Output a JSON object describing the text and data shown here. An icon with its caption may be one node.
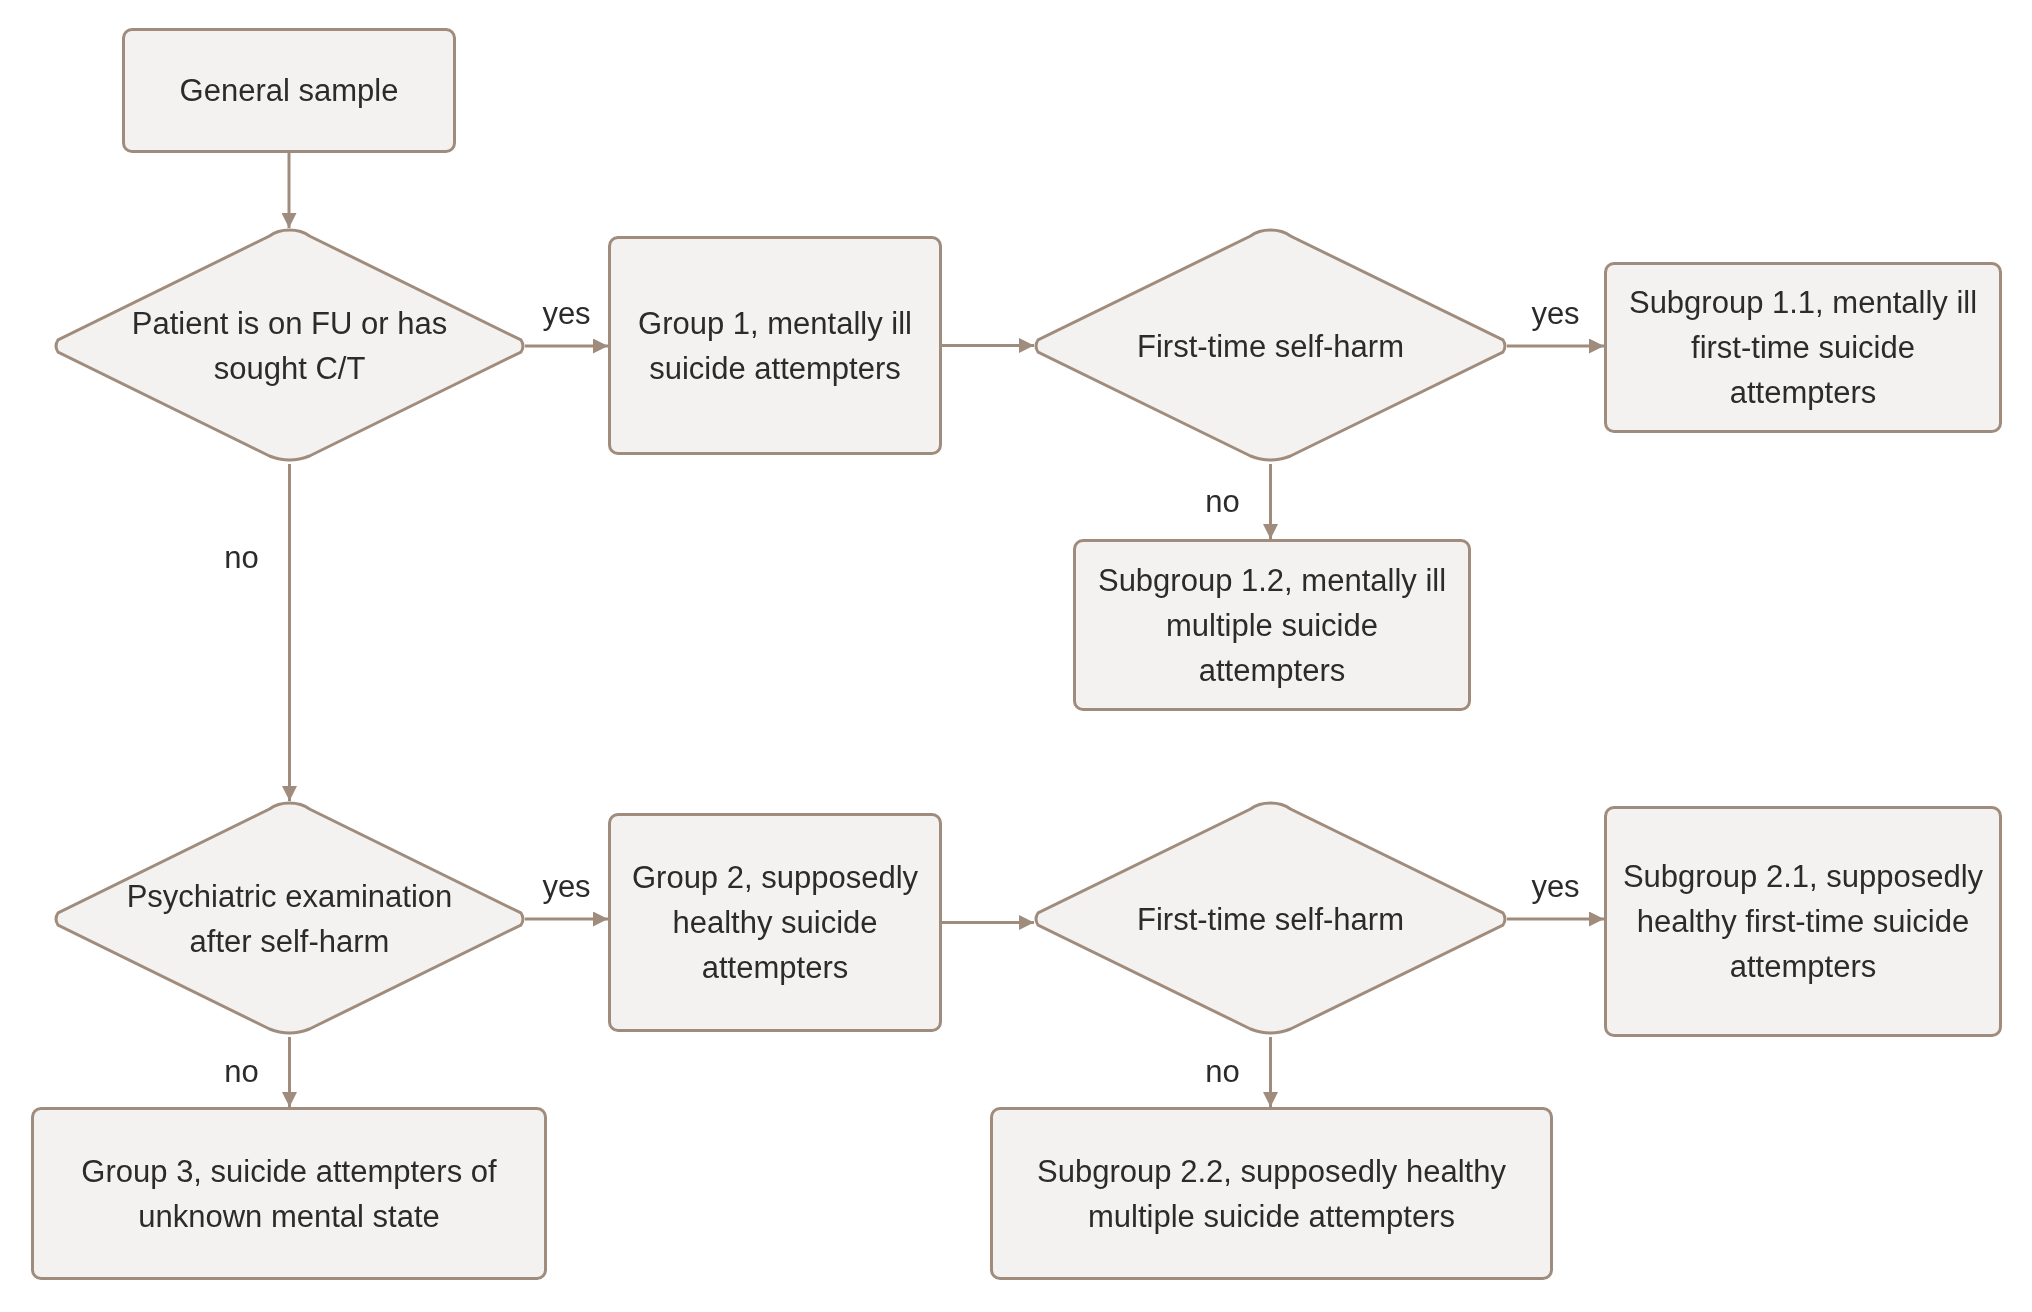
{
  "diagram": {
    "nodes": [
      {
        "text": [
          "General sample"
        ]
      },
      {
        "text": [
          "Patient is on FU or has sought C/T"
        ]
      },
      {
        "text": [
          "Group 1, mentally ill suicide attempters"
        ]
      },
      {
        "text": [
          "First-time self-harm"
        ]
      },
      {
        "text": [
          "Subgroup 1.1, mentally ill first-time suicide attempters"
        ]
      },
      {
        "text": [
          "Subgroup 1.2, mentally ill multiple suicide attempters"
        ]
      },
      {
        "text": [
          "Psychiatric examination after self-harm"
        ]
      },
      {
        "text": [
          "Group 2, supposedly healthy suicide attempters"
        ]
      },
      {
        "text": [
          "First-time self-harm"
        ]
      },
      {
        "text": [
          "Subgroup 2.1, supposedly healthy first-time suicide attempters"
        ]
      },
      {
        "text": [
          "Group 3, suicide attempters of unknown mental state"
        ]
      },
      {
        "text": [
          "Subgroup 2.2, supposedly healthy multiple suicide attempters"
        ]
      }
    ],
    "edges": [
      {
        "from": 0,
        "to": 1,
        "arrow": "to"
      },
      {
        "from": 1,
        "to": 2,
        "arrow": "to",
        "label": "yes"
      },
      {
        "from": 1,
        "to": 6,
        "arrow": "to",
        "label": "no"
      },
      {
        "from": 2,
        "to": 3,
        "arrow": "to"
      },
      {
        "from": 3,
        "to": 4,
        "arrow": "to",
        "label": "yes"
      },
      {
        "from": 3,
        "to": 5,
        "arrow": "to",
        "label": "no"
      },
      {
        "from": 6,
        "to": 7,
        "arrow": "to",
        "label": "yes"
      },
      {
        "from": 6,
        "to": 10,
        "arrow": "to",
        "label": "no"
      },
      {
        "from": 7,
        "to": 8,
        "arrow": "to"
      },
      {
        "from": 8,
        "to": 9,
        "arrow": "to",
        "label": "yes"
      },
      {
        "from": 8,
        "to": 11,
        "arrow": "to",
        "label": "no"
      }
    ]
  }
}
